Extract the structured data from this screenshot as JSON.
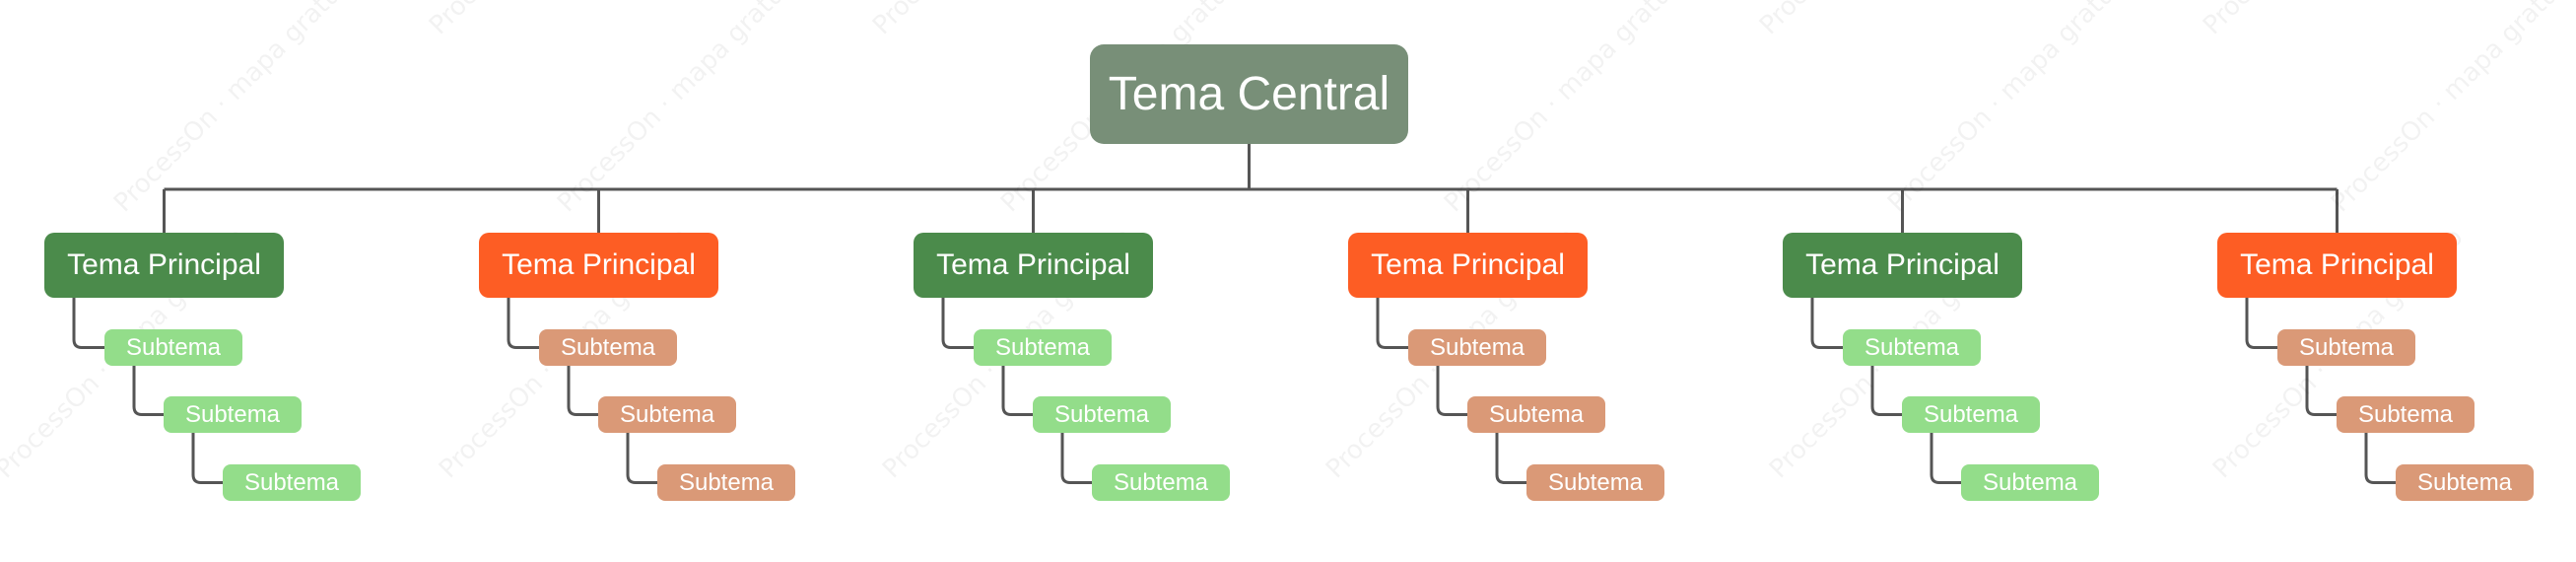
{
  "colors": {
    "central": "#788f78",
    "main_green": "#4b8b4b",
    "main_orange": "#fd5d24",
    "sub_green": "#93dd8a",
    "sub_orange": "#da9977",
    "connector": "#555555"
  },
  "watermark": {
    "text": "ProcessOn · mapa gratuito"
  },
  "diagram": {
    "central": {
      "label": "Tema Central"
    },
    "branches": [
      {
        "label": "Tema Principal",
        "color": "green",
        "subtopics": [
          "Subtema",
          "Subtema",
          "Subtema"
        ]
      },
      {
        "label": "Tema Principal",
        "color": "orange",
        "subtopics": [
          "Subtema",
          "Subtema",
          "Subtema"
        ]
      },
      {
        "label": "Tema Principal",
        "color": "green",
        "subtopics": [
          "Subtema",
          "Subtema",
          "Subtema"
        ]
      },
      {
        "label": "Tema Principal",
        "color": "orange",
        "subtopics": [
          "Subtema",
          "Subtema",
          "Subtema"
        ]
      },
      {
        "label": "Tema Principal",
        "color": "green",
        "subtopics": [
          "Subtema",
          "Subtema",
          "Subtema"
        ]
      },
      {
        "label": "Tema Principal",
        "color": "orange",
        "subtopics": [
          "Subtema",
          "Subtema",
          "Subtema"
        ]
      }
    ]
  }
}
